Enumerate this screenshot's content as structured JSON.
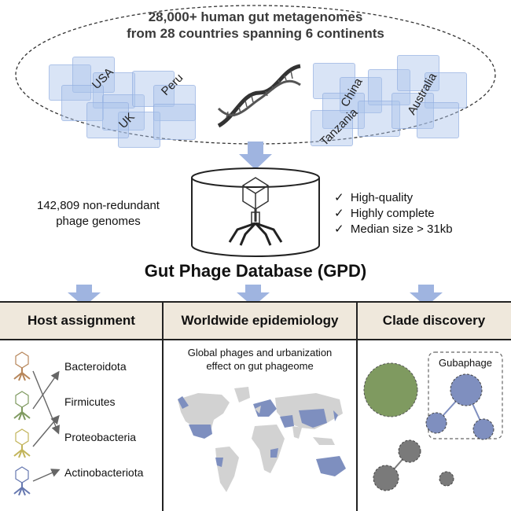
{
  "top": {
    "line1": "28,000+ human gut metagenomes",
    "line2": "from 28 countries spanning 6 continents",
    "countries_left": [
      "USA",
      "Peru",
      "UK"
    ],
    "countries_right": [
      "China",
      "Australia",
      "Tanzania"
    ]
  },
  "middle": {
    "left_line1": "142,809 non-redundant",
    "left_line2": "phage genomes",
    "checks": [
      "High-quality",
      "Highly complete",
      "Median size > 31kb"
    ]
  },
  "title": "Gut Phage Database (GPD)",
  "columns": {
    "host": {
      "header": "Host assignment",
      "taxa": [
        "Bacteroidota",
        "Firmicutes",
        "Proteobacteria",
        "Actinobacteriota"
      ]
    },
    "epi": {
      "header": "Worldwide epidemiology",
      "caption1": "Global phages and urbanization",
      "caption2": "effect on gut phageome"
    },
    "clade": {
      "header": "Clade discovery",
      "box_label": "Gubaphage"
    }
  },
  "colors": {
    "arrow": "#9fb4e0",
    "band": "#efe8dc",
    "map_gray": "#d2d2d2",
    "map_blue": "#7e8fbf",
    "node_blue": "#7f8fbf",
    "node_green": "#7f9a60",
    "node_gray": "#7a7a7a",
    "phage_colors": [
      "#b7865a",
      "#7f9a60",
      "#c2b45a",
      "#6678b0"
    ]
  },
  "icons": [
    "dna-icon",
    "database-cylinder-icon",
    "phage-icon",
    "check-icon",
    "world-map-icon"
  ]
}
